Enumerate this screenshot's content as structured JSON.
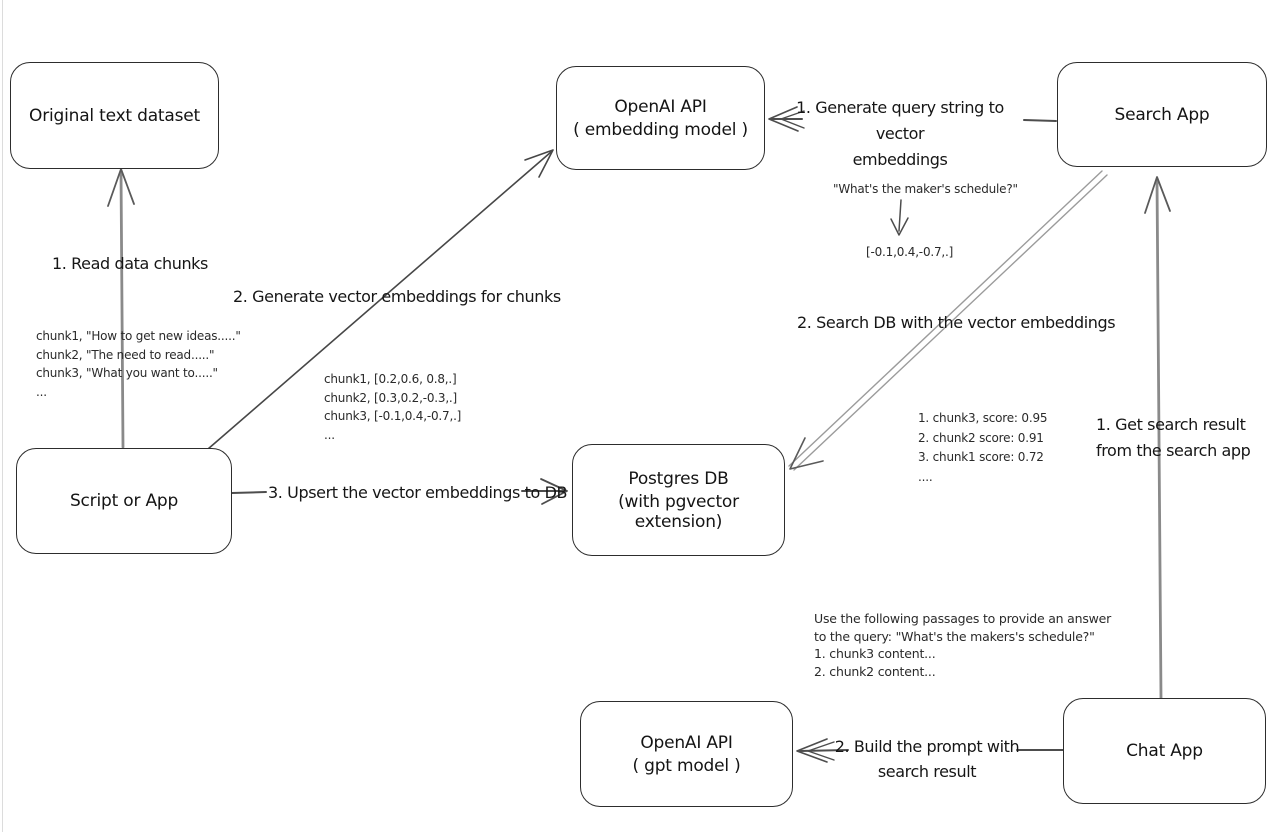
{
  "nodes": {
    "original_dataset": {
      "label": "Original text dataset"
    },
    "openai_embedding": {
      "line1": "OpenAI API",
      "line2": "( embedding model )"
    },
    "search_app": {
      "label": "Search App"
    },
    "script_or_app": {
      "label": "Script or App"
    },
    "postgres_db": {
      "line1": "Postgres DB",
      "line2": "(with pgvector extension)"
    },
    "openai_gpt": {
      "line1": "OpenAI API",
      "line2": "( gpt model )"
    },
    "chat_app": {
      "label": "Chat App"
    }
  },
  "edges": {
    "read_chunks": {
      "label": "1. Read data chunks"
    },
    "generate_embeddings": {
      "label": "2. Generate vector embeddings for chunks"
    },
    "upsert": {
      "label": "3. Upsert the vector embeddings  to DB"
    },
    "query_to_vector": {
      "line1": "1. Generate query string to vector",
      "line2": "embeddings"
    },
    "search_db": {
      "label": "2. Search DB with the vector embeddings"
    },
    "get_search_result": {
      "line1": "1. Get search result",
      "line2": "from the search app"
    },
    "build_prompt": {
      "line1": "2. Build the prompt with",
      "line2": "search result"
    }
  },
  "annotations": {
    "chunk_texts": {
      "lines": [
        "chunk1, \"How to get new ideas.....\"",
        "chunk2, \"The need to read.....\"",
        "chunk3, \"What you want to.....\"",
        "..."
      ]
    },
    "chunk_vectors": {
      "lines": [
        "chunk1, [0.2,0.6, 0.8,.]",
        "chunk2, [0.3,0.2,-0.3,.]",
        "chunk3, [-0.1,0.4,-0.7,.]",
        "..."
      ]
    },
    "query_example": {
      "query": "\"What's the maker's schedule?\"",
      "vector": "[-0.1,0.4,-0.7,.]"
    },
    "search_scores": {
      "lines": [
        "1. chunk3, score: 0.95",
        "2. chunk2 score: 0.91",
        "3. chunk1 score: 0.72",
        "...."
      ]
    },
    "prompt_example": {
      "lines": [
        "Use the following passages to provide an answer",
        "to the query: \"What's the makers's schedule?\"",
        "1. chunk3 content...",
        "2. chunk2 content..."
      ]
    }
  },
  "colors": {
    "line_dark": "#4d4d4d",
    "line_gray": "#8f8f8f",
    "box_border": "#2d2d2d"
  }
}
